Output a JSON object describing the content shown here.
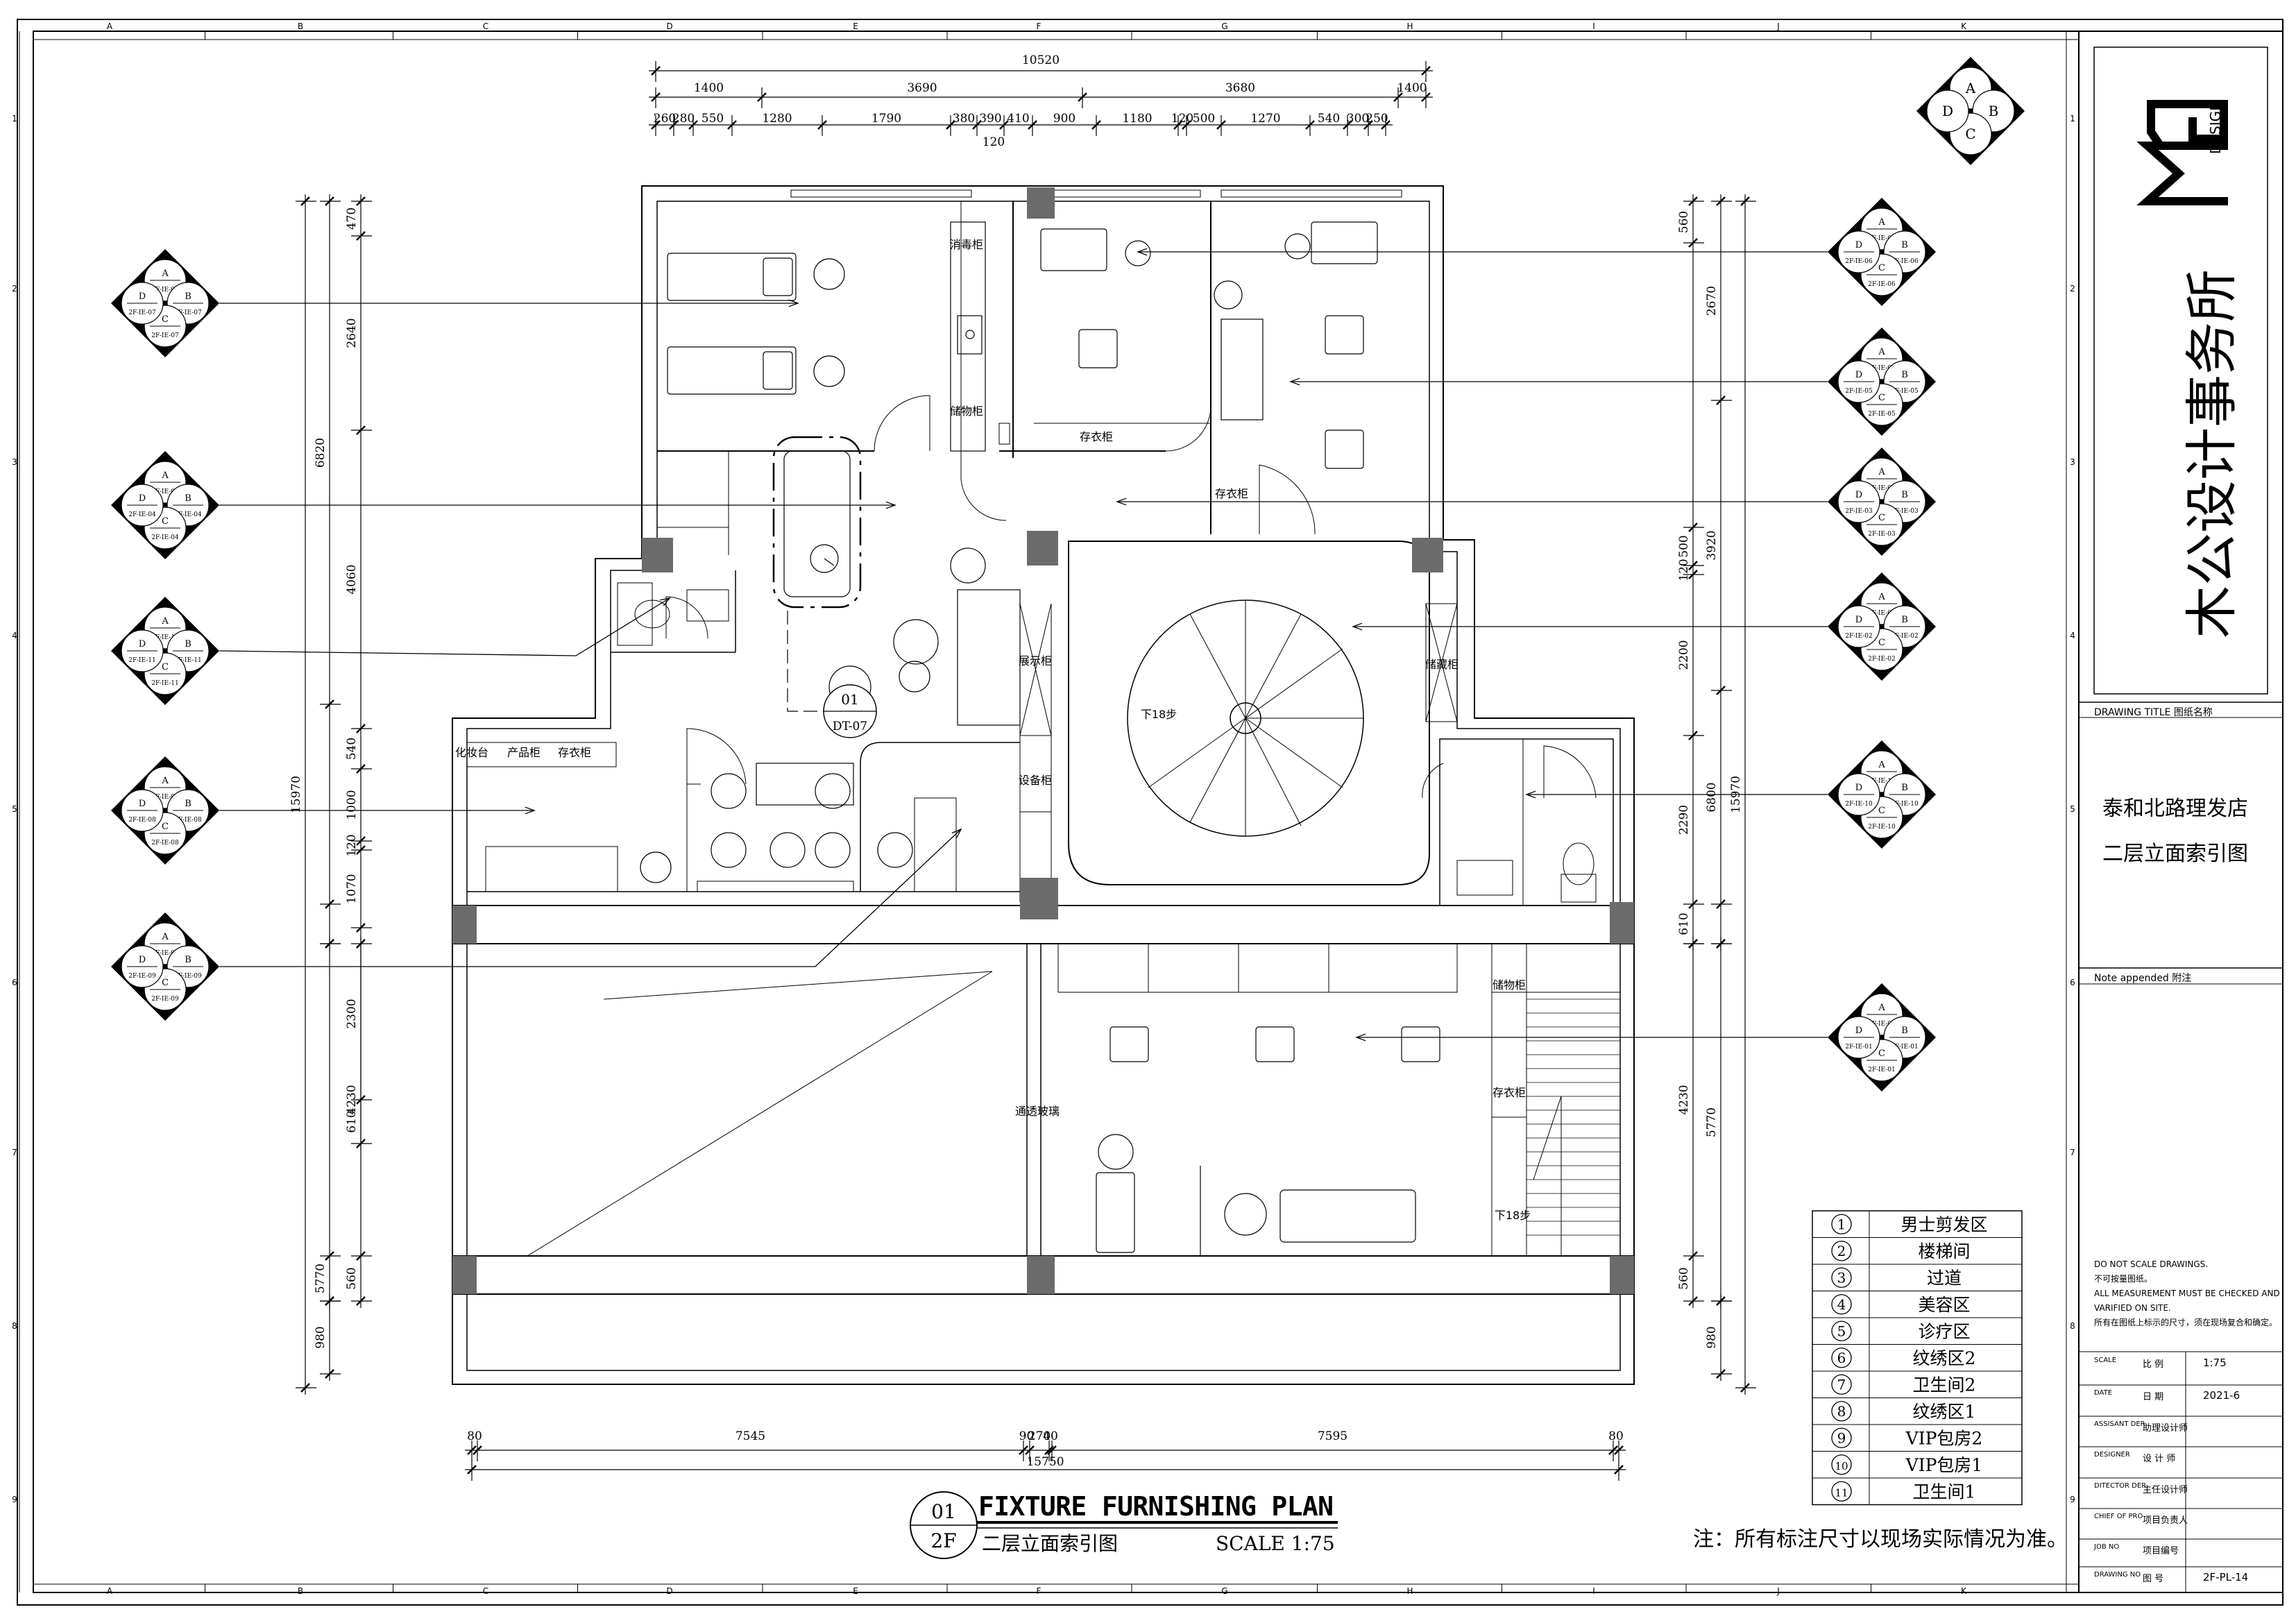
{
  "company": {
    "logo": "MG",
    "logo_sub": "DESIGN",
    "name": "木公设计事务所"
  },
  "title_block": {
    "drawing_title_label": "DRAWING TITLE  图纸名称",
    "project": "泰和北路理发店",
    "drawing_name": "二层立面索引图",
    "note_label": "Note appended 附注",
    "notes": [
      "DO NOT SCALE DRAWINGS.",
      "不可按量图纸。",
      "ALL MEASUREMENT MUST BE CHECKED AND",
      "VARIFIED ON SITE.",
      "所有在图纸上标示的尺寸，须在现场复合和确定。"
    ],
    "fields": [
      {
        "label": "SCALE",
        "cn": "比  例",
        "value": "1:75"
      },
      {
        "label": "DATE",
        "cn": "日  期",
        "value": "2021-6"
      },
      {
        "label": "ASSISANT DER",
        "cn": "助理设计师",
        "value": ""
      },
      {
        "label": "DESIGNER",
        "cn": "设 计 师",
        "value": ""
      },
      {
        "label": "DITECTOR DER",
        "cn": "主任设计师",
        "value": ""
      },
      {
        "label": "CHIEF OF PRO",
        "cn": "项目负责人",
        "value": ""
      },
      {
        "label": "JOB NO",
        "cn": "项目编号",
        "value": ""
      },
      {
        "label": "DRAWING NO",
        "cn": "图  号",
        "value": "2F-PL-14"
      }
    ]
  },
  "plan_title": {
    "number": "01",
    "floor": "2F",
    "title": "FIXTURE FURNISHING PLAN",
    "subtitle": "二层立面索引图",
    "scale": "SCALE 1:75"
  },
  "footer_note": "注：所有标注尺寸以现场实际情况为准。",
  "grid": {
    "columns": [
      "A",
      "B",
      "C",
      "D",
      "E",
      "F",
      "G",
      "H",
      "I",
      "J",
      "K"
    ],
    "rows": [
      "1",
      "2",
      "3",
      "4",
      "5",
      "6",
      "7",
      "8",
      "9"
    ]
  },
  "top_dims": {
    "total": "10520",
    "row1": [
      "1400",
      "3690",
      "3680",
      "1400"
    ],
    "row2": [
      "260",
      "280",
      "550",
      "1280",
      "1790",
      "380",
      "390",
      "410",
      "900",
      "1180",
      "120",
      "500",
      "1270",
      "540",
      "300",
      "250"
    ],
    "small": "120"
  },
  "bottom_dims": {
    "total": "15750",
    "row": [
      "80",
      "7545",
      "90",
      "270",
      "40",
      "7595",
      "80"
    ]
  },
  "left_dims": {
    "outer": "15970",
    "mid": [
      "6820",
      "5770",
      "980"
    ],
    "inner": [
      "470",
      "2640",
      "4060",
      "540",
      "1000",
      "120",
      "1070",
      "2300",
      "610",
      "4230",
      "560"
    ]
  },
  "right_dims": {
    "outer": "15970",
    "mid": [
      "2670",
      "3920",
      "6800",
      "5770",
      "980"
    ],
    "inner": [
      "560",
      "500",
      "120",
      "2200",
      "2290",
      "610",
      "4230",
      "560"
    ]
  },
  "room_labels": [
    "消毒柜",
    "储物柜",
    "存衣柜",
    "存衣柜",
    "展示柜",
    "储藏柜",
    "下18步",
    "化妆台",
    "产品柜",
    "存衣柜",
    "设备柜",
    "储物柜",
    "存衣柜",
    "通透玻璃",
    "下18步"
  ],
  "detail_callout": {
    "number": "01",
    "sheet": "DT-07"
  },
  "index_symbols": [
    {
      "a": "A",
      "b": "B",
      "c": "C",
      "d": "D",
      "ref": "2F-IE-07"
    },
    {
      "a": "A",
      "b": "B",
      "c": "C",
      "d": "D",
      "ref": "2F-IE-04"
    },
    {
      "a": "A",
      "b": "B",
      "c": "C",
      "d": "D",
      "ref": "2F-IE-11"
    },
    {
      "a": "A",
      "b": "B",
      "c": "C",
      "d": "D",
      "ref": "2F-IE-08"
    },
    {
      "a": "A",
      "b": "B",
      "c": "C",
      "d": "D",
      "ref": "2F-IE-09"
    },
    {
      "a": "A",
      "b": "B",
      "c": "C",
      "d": "D",
      "ref": "2F-IE-06"
    },
    {
      "a": "A",
      "b": "B",
      "c": "C",
      "d": "D",
      "ref": "2F-IE-05"
    },
    {
      "a": "A",
      "b": "B",
      "c": "C",
      "d": "D",
      "ref": "2F-IE-03"
    },
    {
      "a": "A",
      "b": "B",
      "c": "C",
      "d": "D",
      "ref": "2F-IE-02"
    },
    {
      "a": "A",
      "b": "B",
      "c": "C",
      "d": "D",
      "ref": "2F-IE-10"
    },
    {
      "a": "A",
      "b": "B",
      "c": "C",
      "d": "D",
      "ref": "2F-IE-01"
    }
  ],
  "key_symbol": {
    "a": "A",
    "b": "B",
    "c": "C",
    "d": "D"
  },
  "legend": [
    {
      "num": "1",
      "name": "男士剪发区"
    },
    {
      "num": "2",
      "name": "楼梯间"
    },
    {
      "num": "3",
      "name": "过道"
    },
    {
      "num": "4",
      "name": "美容区"
    },
    {
      "num": "5",
      "name": "诊疗区"
    },
    {
      "num": "6",
      "name": "纹绣区2"
    },
    {
      "num": "7",
      "name": "卫生间2"
    },
    {
      "num": "8",
      "name": "纹绣区1"
    },
    {
      "num": "9",
      "name": "VIP包房2"
    },
    {
      "num": "10",
      "name": "VIP包房1"
    },
    {
      "num": "11",
      "name": "卫生间1"
    }
  ]
}
